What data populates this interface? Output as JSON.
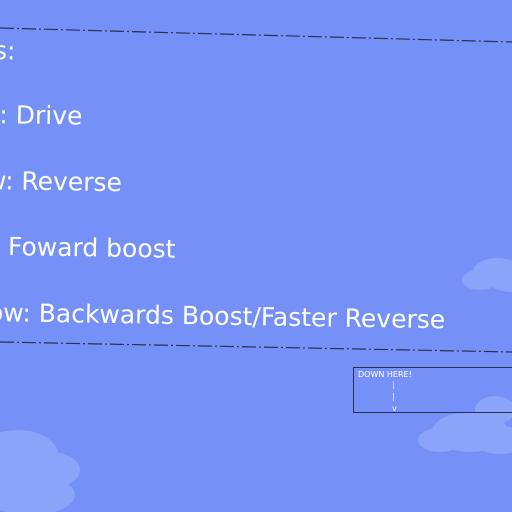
{
  "instructions": {
    "lines": [
      "s:",
      "v: Drive",
      "w: Reverse",
      "Foward boost",
      "ow: Backwards Boost/Faster Reverse"
    ]
  },
  "hint": {
    "title": "DOWN HERE!",
    "arrow_lines": [
      "|",
      "|",
      "v"
    ]
  },
  "colors": {
    "background": "#7591f8",
    "cloud": "#8aa4fa",
    "text": "#ffffff",
    "panel_border": "#2b2f55"
  }
}
